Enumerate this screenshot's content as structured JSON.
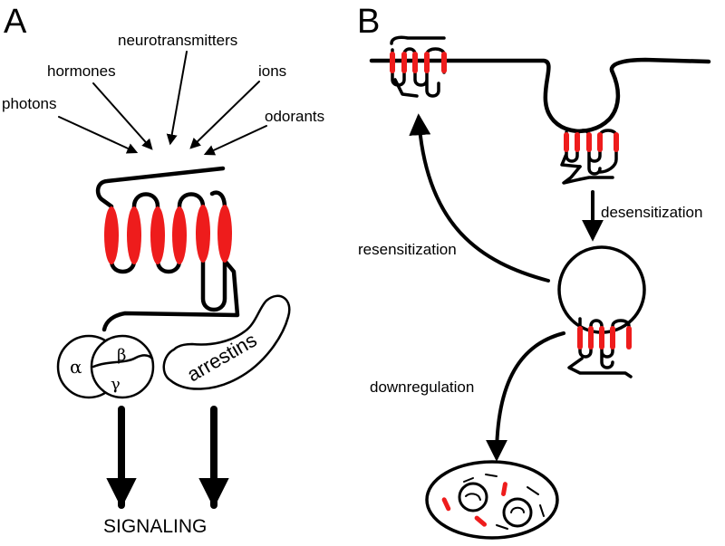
{
  "panel_a": {
    "letter": "A",
    "ligands": {
      "photons": "photons",
      "hormones": "hormones",
      "neurotransmitters": "neurotransmitters",
      "ions": "ions",
      "odorants": "odorants"
    },
    "g_protein": {
      "alpha": "α",
      "beta": "β",
      "gamma": "γ"
    },
    "arrestins": "arrestins",
    "output": "SIGNALING"
  },
  "panel_b": {
    "letter": "B",
    "desensitization": "desensitization",
    "resensitization": "resensitization",
    "downregulation": "downregulation"
  },
  "colors": {
    "helix": "#ee1c1c",
    "line": "#000000"
  }
}
